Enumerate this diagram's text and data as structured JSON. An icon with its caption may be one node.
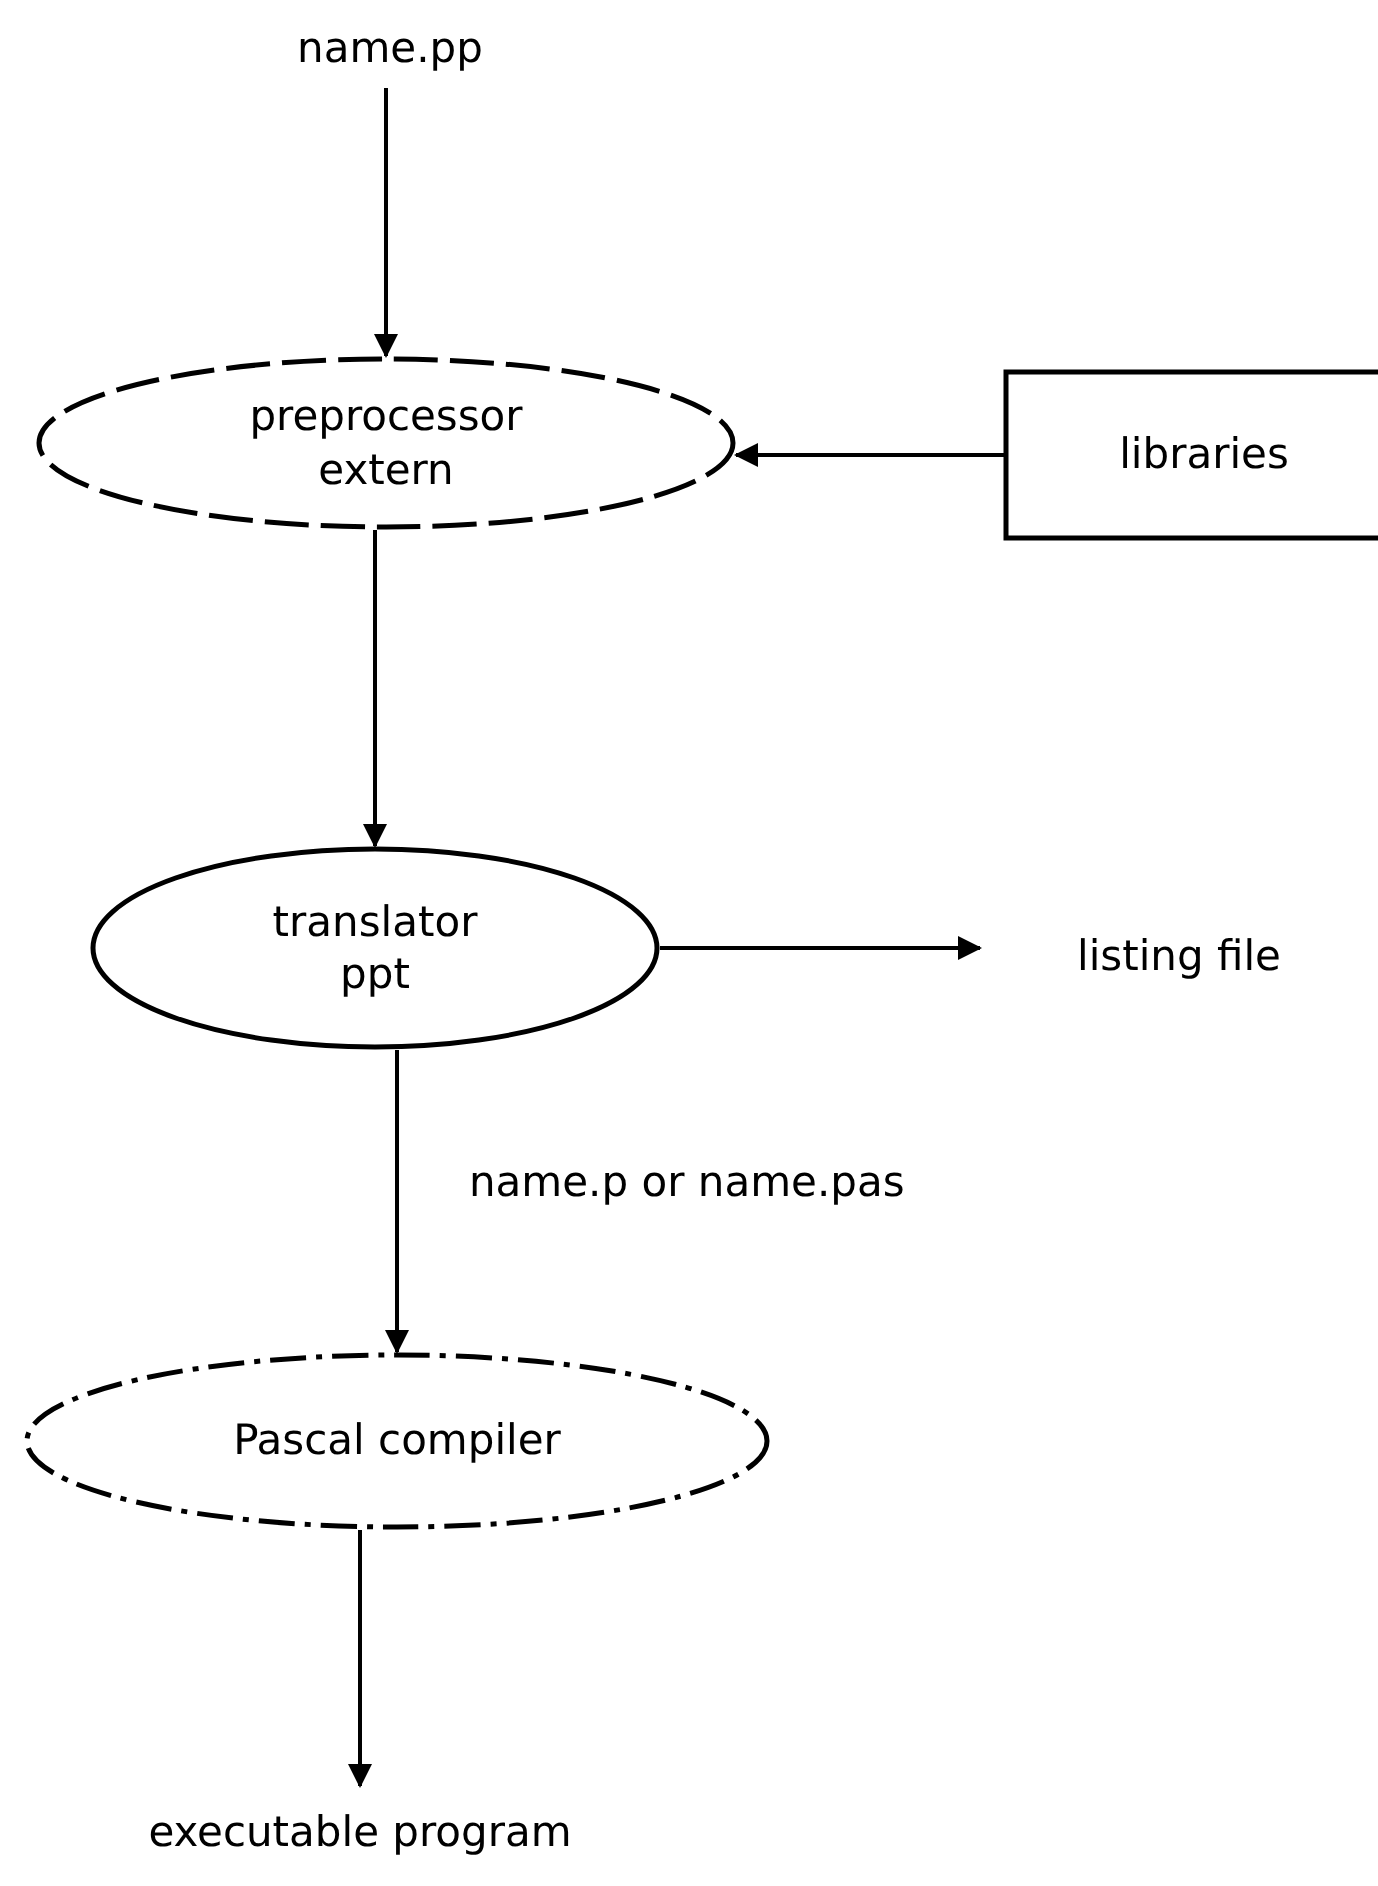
{
  "diagram": {
    "nodes": [
      {
        "text": [
          "name.pp"
        ]
      },
      {
        "text": [
          "preprocessor",
          "extern"
        ]
      },
      {
        "text": [
          "libraries"
        ]
      },
      {
        "text": [
          "translator",
          "ppt"
        ]
      },
      {
        "text": [
          "listing file"
        ]
      },
      {
        "text": [
          "Pascal compiler"
        ]
      },
      {
        "text": [
          "executable program"
        ]
      }
    ],
    "edges": [
      {
        "from": 0,
        "to": 1,
        "arrow": "to"
      },
      {
        "from": 2,
        "to": 1,
        "arrow": "to"
      },
      {
        "from": 1,
        "to": 3,
        "arrow": "to"
      },
      {
        "from": 3,
        "to": 4,
        "arrow": "to"
      },
      {
        "from": 3,
        "to": 5,
        "label": "name.p or name.pas",
        "arrow": "to"
      },
      {
        "from": 5,
        "to": 6,
        "arrow": "to"
      }
    ]
  }
}
